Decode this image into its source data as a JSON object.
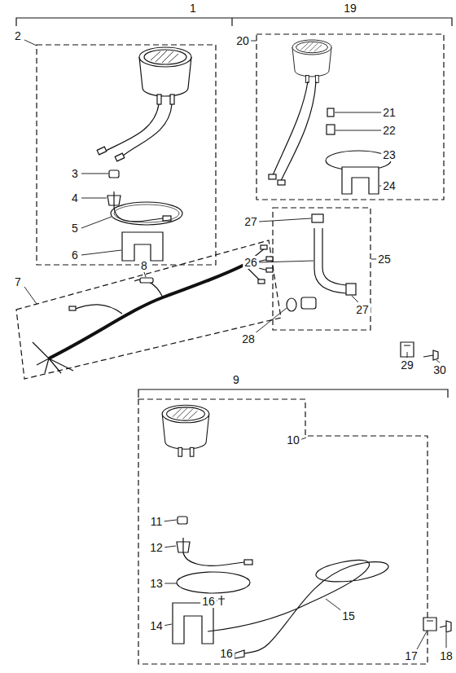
{
  "diagram": {
    "labels": [
      "1",
      "2",
      "3",
      "4",
      "5",
      "6",
      "7",
      "8",
      "9",
      "10",
      "11",
      "12",
      "13",
      "14",
      "15",
      "16",
      "16",
      "17",
      "18",
      "19",
      "20",
      "21",
      "22",
      "23",
      "24",
      "25",
      "26",
      "27",
      "27",
      "28",
      "29",
      "30"
    ]
  }
}
